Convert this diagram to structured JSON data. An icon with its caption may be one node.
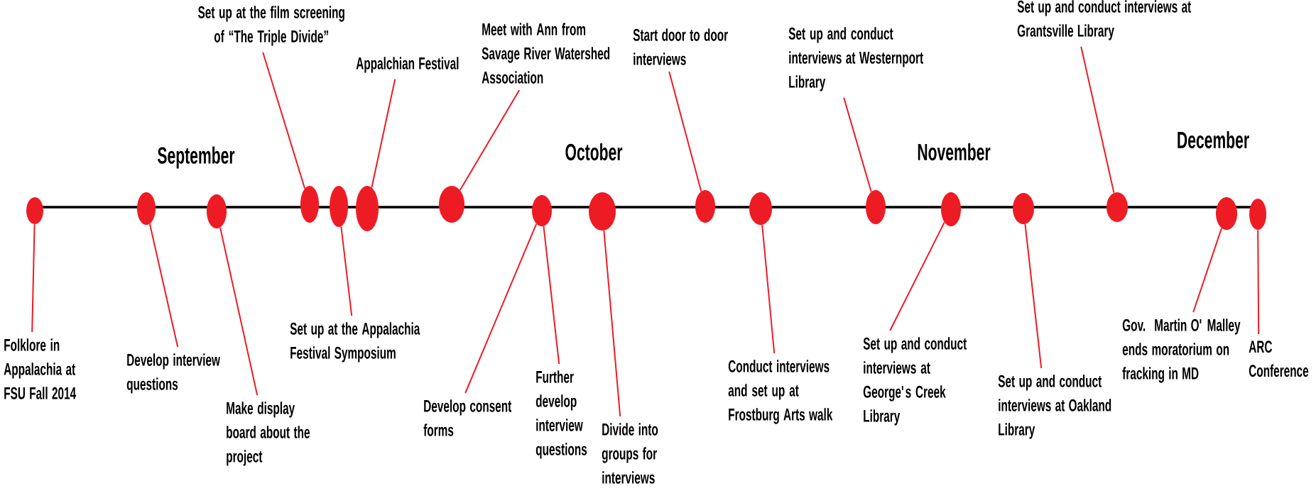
{
  "diagram": {
    "nodes": [
      {
        "text": [],
        "shape": "circle"
      },
      {
        "text": [],
        "shape": "circle"
      },
      {
        "text": [],
        "shape": "circle"
      },
      {
        "text": [],
        "shape": "circle"
      },
      {
        "text": [],
        "shape": "circle"
      },
      {
        "text": [],
        "shape": "circle"
      },
      {
        "text": [],
        "shape": "circle"
      },
      {
        "text": [],
        "shape": "circle"
      },
      {
        "text": [],
        "shape": "circle"
      },
      {
        "text": [],
        "shape": "circle"
      },
      {
        "text": [],
        "shape": "circle"
      },
      {
        "text": [],
        "shape": "circle"
      },
      {
        "text": [],
        "shape": "circle"
      },
      {
        "text": [],
        "shape": "circle"
      },
      {
        "text": [],
        "shape": "circle"
      },
      {
        "text": [],
        "shape": "circle"
      },
      {
        "text": [],
        "shape": "circle"
      },
      {
        "text": [
          "Set up at the film screening of “The Triple Divide”"
        ]
      },
      {
        "text": [
          "Appalchian Festival"
        ]
      },
      {
        "text": [
          "Meet with Ann from Savage River Watershed Association"
        ]
      },
      {
        "text": [
          "Start door to door interviews"
        ]
      },
      {
        "text": [
          "Set up and conduct interviews at Westernport Library"
        ]
      },
      {
        "text": [
          "Set up and conduct interviews at Grantsville Library"
        ]
      },
      {
        "text": [
          "Folklore in Appalachia at FSU Fall 2014"
        ]
      },
      {
        "text": [
          "Develop interview questions"
        ]
      },
      {
        "text": [
          "Make display board about the project"
        ]
      },
      {
        "text": [
          "Set up at the Appalachia Festival Symposium"
        ]
      },
      {
        "text": [
          "Develop consent forms"
        ]
      },
      {
        "text": [
          "Further develop interview questions"
        ]
      },
      {
        "text": [
          "Divide into groups for interviews"
        ]
      },
      {
        "text": [
          "Conduct interviews and set up at Frostburg Arts walk"
        ]
      },
      {
        "text": [
          "Set up and conduct interviews at George's Creek Library"
        ]
      },
      {
        "text": [
          "Set up and conduct interviews at Oakland Library"
        ]
      },
      {
        "text": [
          "Gov. Martin O' Malley ends moratorium on fracking in MD"
        ]
      },
      {
        "text": [
          "ARC Conference"
        ]
      }
    ],
    "edges": [
      {
        "from": 17,
        "to": 3,
        "arrow": "none"
      },
      {
        "from": 18,
        "to": 5,
        "arrow": "none"
      },
      {
        "from": 19,
        "to": 6,
        "arrow": "none"
      },
      {
        "from": 20,
        "to": 9,
        "arrow": "none"
      },
      {
        "from": 21,
        "to": 11,
        "arrow": "none"
      },
      {
        "from": 22,
        "to": 14,
        "arrow": "none"
      },
      {
        "from": 23,
        "to": 0,
        "arrow": "none"
      },
      {
        "from": 24,
        "to": 1,
        "arrow": "none"
      },
      {
        "from": 25,
        "to": 2,
        "arrow": "none"
      },
      {
        "from": 26,
        "to": 4,
        "arrow": "none"
      },
      {
        "from": 27,
        "to": 7,
        "arrow": "none"
      },
      {
        "from": 28,
        "to": 7,
        "arrow": "none"
      },
      {
        "from": 29,
        "to": 8,
        "arrow": "none"
      },
      {
        "from": 30,
        "to": 10,
        "arrow": "none"
      },
      {
        "from": 31,
        "to": 12,
        "arrow": "none"
      },
      {
        "from": 32,
        "to": 13,
        "arrow": "none"
      },
      {
        "from": 33,
        "to": 15,
        "arrow": "none"
      },
      {
        "from": 34,
        "to": 16,
        "arrow": "none"
      }
    ],
    "labels": [
      "September",
      "October",
      "November",
      "December"
    ]
  }
}
